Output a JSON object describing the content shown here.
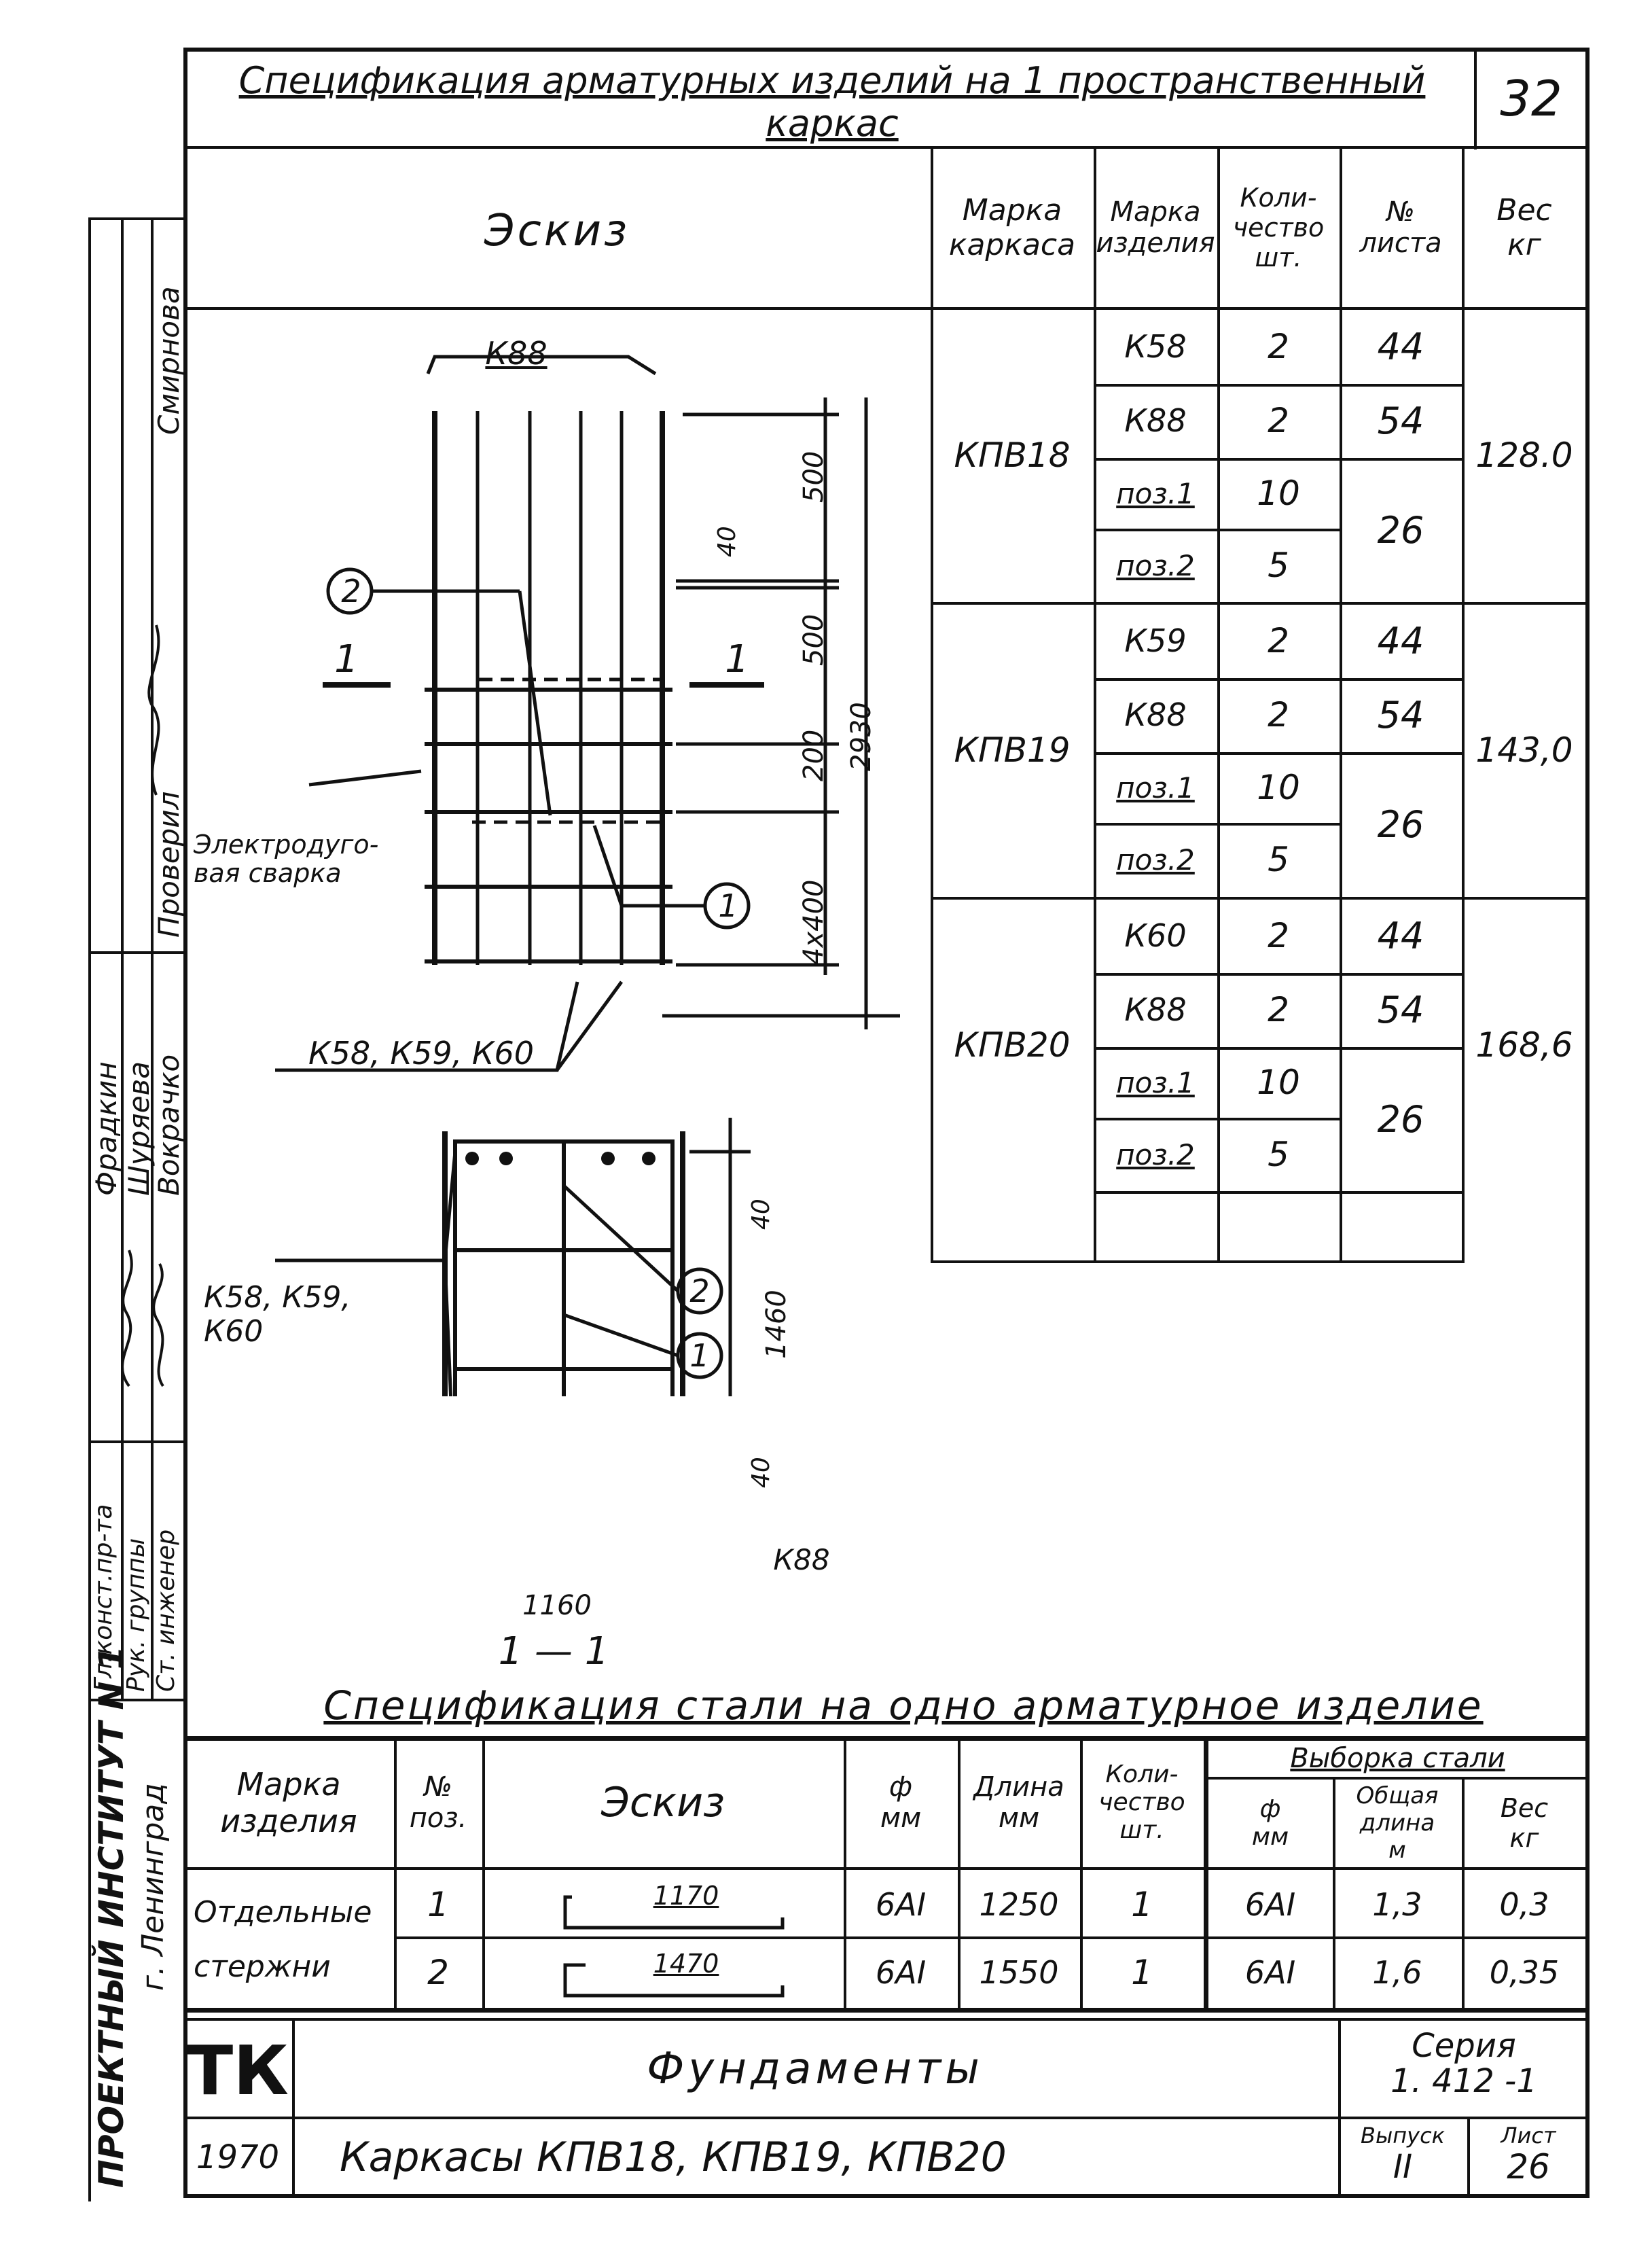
{
  "sheet_number": "32",
  "title_top": "Спецификация арматурных изделий на 1 пространственный каркас",
  "spec1": {
    "headers": {
      "sketch": "Эскиз",
      "frame_mark": "Марка каркаса",
      "item_mark": "Марка изделия",
      "quantity": "Коли-чество шт.",
      "sheet_no": "№ листа",
      "weight": "Вес кг"
    },
    "groups": [
      {
        "frame": "КПВ18",
        "weight": "128.0",
        "rows": [
          {
            "item": "К58",
            "qty": "2",
            "sheet": "44"
          },
          {
            "item": "К88",
            "qty": "2",
            "sheet": "54"
          },
          {
            "item": "поз.1",
            "qty": "10",
            "sheet": "26"
          },
          {
            "item": "поз.2",
            "qty": "5",
            "sheet": ""
          }
        ]
      },
      {
        "frame": "КПВ19",
        "weight": "143,0",
        "rows": [
          {
            "item": "К59",
            "qty": "2",
            "sheet": "44"
          },
          {
            "item": "К88",
            "qty": "2",
            "sheet": "54"
          },
          {
            "item": "поз.1",
            "qty": "10",
            "sheet": "26"
          },
          {
            "item": "поз.2",
            "qty": "5",
            "sheet": ""
          }
        ]
      },
      {
        "frame": "КПВ20",
        "weight": "168,6",
        "rows": [
          {
            "item": "К60",
            "qty": "2",
            "sheet": "44"
          },
          {
            "item": "К88",
            "qty": "2",
            "sheet": "54"
          },
          {
            "item": "поз.1",
            "qty": "10",
            "sheet": "26"
          },
          {
            "item": "поз.2",
            "qty": "5",
            "sheet": ""
          }
        ]
      }
    ]
  },
  "drawing": {
    "label_k88_top": "К88",
    "dims_right": [
      "500",
      "40",
      "500",
      "200",
      "4х400",
      "2930"
    ],
    "callout_1": "1",
    "callout_2": "2",
    "section_mark": "1",
    "welding_label_1": "Электродуго-",
    "welding_label_2": "вая сварка",
    "label_k58_k60": "К58, К59, К60",
    "label_k58_k59_sec": "К58, К59,",
    "label_k60_sec": "К60",
    "dims_section": [
      "40",
      "1460",
      "40"
    ],
    "label_k88_bottom": "К88",
    "dim_width": "1160",
    "section_title": "1 — 1"
  },
  "title_mid": "Спецификация стали на одно арматурное изделие",
  "spec2": {
    "headers": {
      "item_mark": "Марка изделия",
      "pos_no": "№ поз.",
      "sketch": "Эскиз",
      "diameter": "ф мм",
      "length": "Длина мм",
      "quantity": "Коли-чество шт.",
      "selection": "Выборка стали",
      "sel_diameter": "ф мм",
      "sel_total_length": "Общая длина м",
      "sel_weight": "Вес кг"
    },
    "item_label_1": "Отдельные",
    "item_label_2": "стержни",
    "rows": [
      {
        "pos": "1",
        "sketch_dim": "1170",
        "diameter": "6АI",
        "length": "1250",
        "qty": "1",
        "sel_diam": "6АI",
        "total_len": "1,3",
        "weight": "0,3"
      },
      {
        "pos": "2",
        "sketch_dim": "1470",
        "diameter": "6АI",
        "length": "1550",
        "qty": "1",
        "sel_diam": "6АI",
        "total_len": "1,6",
        "weight": "0,35"
      }
    ]
  },
  "title_block": {
    "logo": "ТК",
    "name": "Фундаменты",
    "series_label": "Серия",
    "series_value": "1. 412 -1",
    "year": "1970",
    "subtitle": "Каркасы КПВ18, КПВ19, КПВ20",
    "issue_label": "Выпуск",
    "issue_value": "II",
    "sheet_label": "Лист",
    "sheet_value": "26"
  },
  "side_stamp": {
    "institute": "ПРОЕКТНЫЙ ИНСТИТУТ N 1",
    "city": "г. Ленинград",
    "roles": [
      "Гл.конст.пр-та",
      "Рук. группы",
      "Ст. инженер"
    ],
    "names": [
      "Фрадкин",
      "Шуряева",
      "Вокрачко"
    ],
    "names_right": [
      "Смирнова",
      "Проверил"
    ]
  }
}
